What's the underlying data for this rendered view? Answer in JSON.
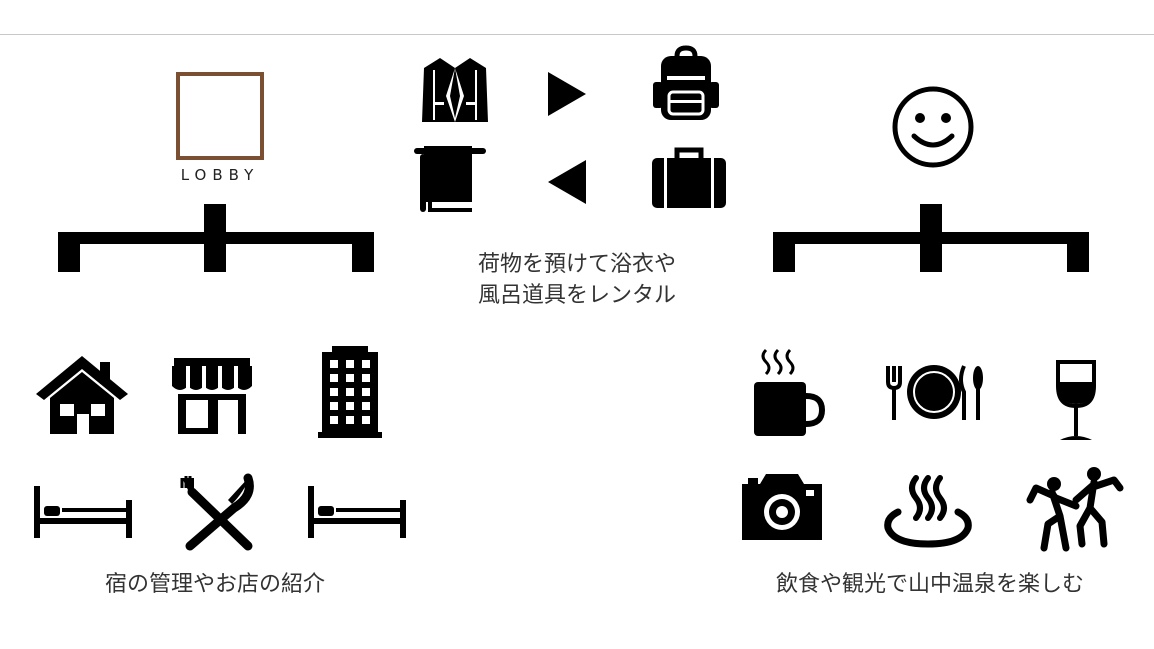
{
  "lobby": {
    "label": "LOBBY",
    "frame_color": "#7a4f32"
  },
  "center": {
    "caption_line1": "荷物を預けて浴衣や",
    "caption_line2": "風呂道具をレンタル"
  },
  "left": {
    "caption": "宿の管理やお店の紹介"
  },
  "right": {
    "caption": "飲食や観光で山中温泉を楽しむ"
  },
  "icons": [
    "jacket-icon",
    "arrow-right-icon",
    "backpack-icon",
    "towel-icon",
    "arrow-left-icon",
    "suitcase-icon",
    "house-icon",
    "shop-icon",
    "building-icon",
    "bed-icon",
    "fork-knife-icon",
    "bed-icon",
    "smiley-icon",
    "hot-coffee-icon",
    "dinner-plate-icon",
    "wine-glass-icon",
    "camera-icon",
    "hot-spring-icon",
    "dancing-people-icon"
  ]
}
